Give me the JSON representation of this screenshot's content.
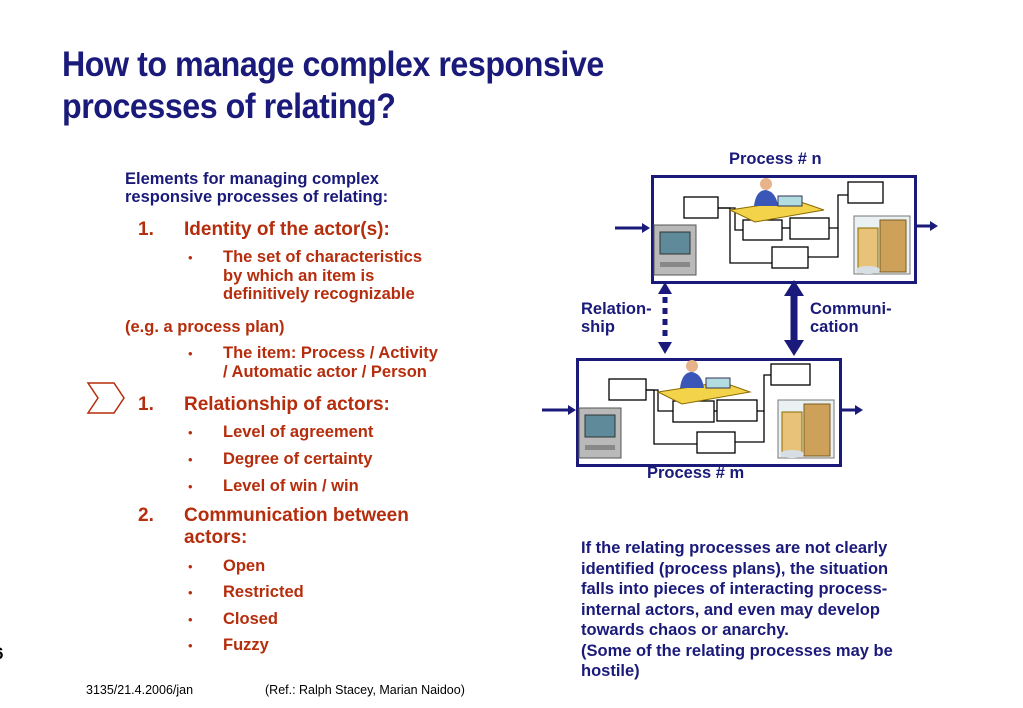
{
  "title_line1": "How to manage complex responsive",
  "title_line2": "processes of relating?",
  "intro_line1": "Elements for managing complex",
  "intro_line2": "responsive processes of relating:",
  "items": [
    {
      "number": "1.",
      "heading": "Identity of the actor(s):",
      "bullets_a": [
        "The set of characteristics",
        "by which an item is",
        "definitively recognizable"
      ],
      "example": "(e.g. a process plan)",
      "bullets_b": [
        "The item: Process / Activity",
        "/ Automatic actor / Person"
      ]
    },
    {
      "number": "1.",
      "heading": "Relationship of actors:",
      "bullets": [
        "Level of agreement",
        "Degree of certainty",
        "Level of win / win"
      ]
    },
    {
      "number": "2.",
      "heading_line1": "Communication between",
      "heading_line2": "actors:",
      "bullets": [
        "Open",
        "Restricted",
        "Closed",
        "Fuzzy"
      ]
    }
  ],
  "bullet_glyph": "•",
  "diagram": {
    "process_top": "Process # n",
    "process_bottom": "Process # m",
    "relationship_line1": "Relation-",
    "relationship_line2": "ship",
    "communication_line1": "Communi-",
    "communication_line2": "cation"
  },
  "note_lines": [
    "If the relating processes are not clearly",
    "identified (process plans), the situation",
    "falls into pieces of interacting process-",
    "internal actors, and even may develop",
    "towards chaos or anarchy.",
    "(Some of the relating processes may be",
    "hostile)"
  ],
  "footer_left": "3135/21.4.2006/jan",
  "footer_ref": "(Ref.: Ralph Stacey, Marian Naidoo)",
  "page_number_fragment": "6",
  "colors": {
    "title": "#1a1a7a",
    "accent": "#b52d0c"
  }
}
